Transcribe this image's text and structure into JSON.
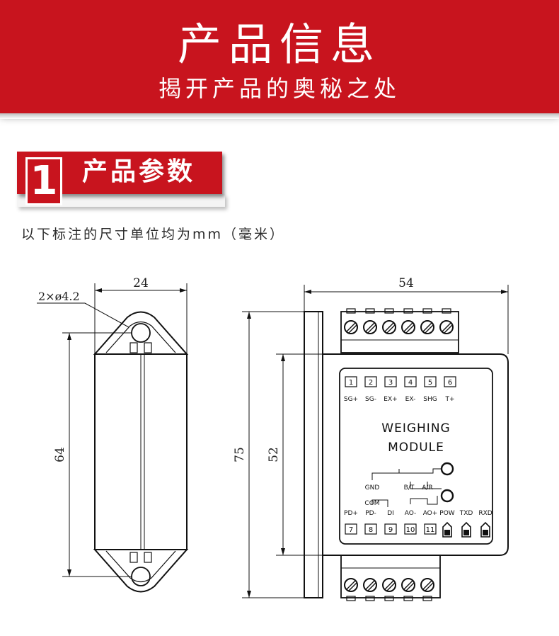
{
  "banner": {
    "title": "产品信息",
    "subtitle": "揭开产品的奥秘之处"
  },
  "section": {
    "number": "1",
    "title": "产品参数"
  },
  "unit_note": "以下标注的尺寸单位均为mm（毫米）",
  "side_view": {
    "hole_note": "2×ø4.2",
    "width": "24",
    "hole_spacing": "64"
  },
  "front_view": {
    "width": "54",
    "total_height": "75",
    "body_height": "52",
    "module_name_line1": "WEIGHING",
    "module_name_line2": "MODULE",
    "top_terminals": [
      {
        "num": "1",
        "label": "SG+"
      },
      {
        "num": "2",
        "label": "SG-"
      },
      {
        "num": "3",
        "label": "EX+"
      },
      {
        "num": "4",
        "label": "EX-"
      },
      {
        "num": "5",
        "label": "SHG"
      },
      {
        "num": "6",
        "label": "T+"
      }
    ],
    "bottom_terminals": [
      {
        "num": "7",
        "label": "PD+"
      },
      {
        "num": "8",
        "label": "PD-"
      },
      {
        "num": "9",
        "label": "DI"
      },
      {
        "num": "10",
        "label": "AO-"
      },
      {
        "num": "11",
        "label": "AO+"
      }
    ],
    "led_labels": [
      "POW",
      "TXD",
      "RXD"
    ],
    "gnd_label": "GND",
    "bt_label": "B/T",
    "ar_label": "A/R",
    "com_label": "COM"
  },
  "colors": {
    "brand_red": "#c8141e"
  }
}
